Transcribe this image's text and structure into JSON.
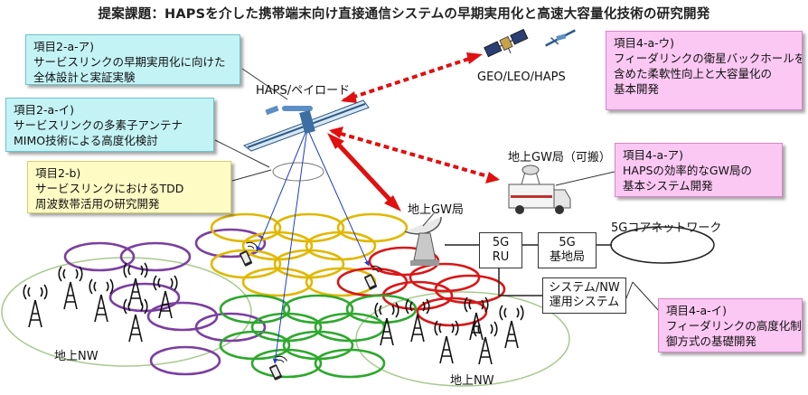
{
  "title": "提案課題：HAPSを介した携帯端末向け直接通信システムの早期実用化と高速大容量化技術の研究開発",
  "boxes": {
    "item_2a_a": [
      "項目2-a-ア)",
      "サービスリンクの早期実用化に向けた",
      "全体設計と実証実験"
    ],
    "item_2a_i": [
      "項目2-a-イ)",
      "サービスリンクの多素子アンテナ",
      "MIMO技術による高度化検討"
    ],
    "item_2b": [
      "項目2-b)",
      "サービスリンクにおけるTDD",
      "周波数帯活用の研究開発"
    ],
    "item_4a_u": [
      "項目4-a-ウ)",
      "フィーダリンクの衛星バックホールを",
      "含めた柔軟性向上と大容量化の",
      "基本開発"
    ],
    "item_4a_a": [
      "項目4-a-ア)",
      "HAPSの効率的なGW局の",
      "基本システム開発"
    ],
    "item_4a_i": [
      "項目4-a-イ)",
      "フィーダリンクの高度化制",
      "御方式の基礎開発"
    ]
  },
  "labels": {
    "haps_payload": "HAPS/ペイロード",
    "geo_leo_haps": "GEO/LEO/HAPS",
    "ground_gw_portable": "地上GW局（可搬）",
    "ground_gw": "地上GW局",
    "core_network": "5Gコアネットワーク",
    "ground_nw_left": "地上NW",
    "ground_nw_bottom": "地上NW"
  },
  "nodes": {
    "ru": [
      "5G",
      "RU"
    ],
    "base_station": [
      "5G",
      "基地局"
    ],
    "ops_system": [
      "システム/NW",
      "運用システム"
    ]
  },
  "colors": {
    "cyan_box": "#c4f3f6",
    "yellow_box": "#fffbc4",
    "pink_box": "#fbc7f3",
    "link_red": "#e01010",
    "ring_purple": "#7b3fa0",
    "ring_yellow": "#e0b800",
    "ring_red": "#d81818",
    "ring_green": "#2ea82e",
    "ground_nw_ellipse": "#a9c98e",
    "beam_blue": "#2040c0"
  }
}
